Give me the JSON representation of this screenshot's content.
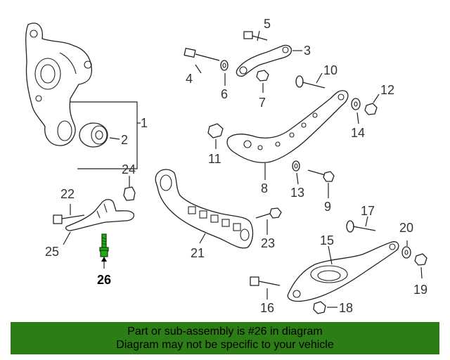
{
  "callouts": {
    "c1": "1",
    "c2": "2",
    "c3": "3",
    "c4": "4",
    "c5": "5",
    "c6": "6",
    "c7": "7",
    "c8": "8",
    "c9": "9",
    "c10": "10",
    "c11": "11",
    "c12": "12",
    "c13": "13",
    "c14": "14",
    "c15": "15",
    "c16": "16",
    "c17": "17",
    "c18": "18",
    "c19": "19",
    "c20": "20",
    "c21": "21",
    "c22": "22",
    "c23": "23",
    "c24": "24",
    "c25": "25",
    "c26": "26"
  },
  "highlight_color": "#23a818",
  "banner": {
    "line1": "Part or sub-assembly is #26 in diagram",
    "line2": "Diagram may not be specific to your vehicle",
    "background": "#2d7d16"
  }
}
